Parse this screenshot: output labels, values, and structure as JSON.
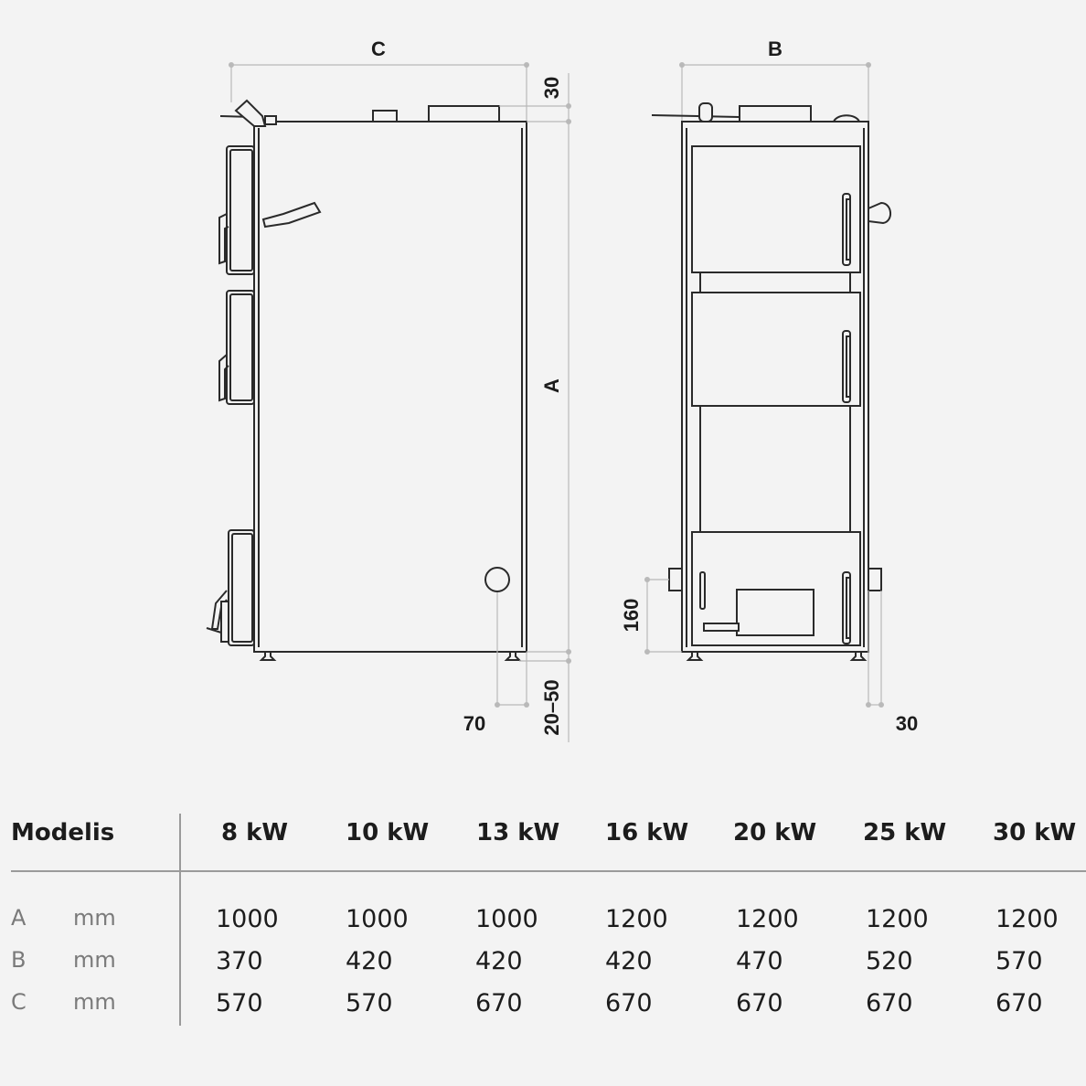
{
  "dimensions": {
    "c": "C",
    "b": "B",
    "a": "A",
    "top_clearance": "30",
    "feet_height": "20–50",
    "foot_offset": "70",
    "outlet_height": "160",
    "side_offset": "30"
  },
  "table": {
    "header_label": "Modelis",
    "models": [
      "8 kW",
      "10 kW",
      "13 kW",
      "16 kW",
      "20 kW",
      "25 kW",
      "30 kW"
    ],
    "rows": [
      {
        "label": "A",
        "unit": "mm",
        "values": [
          "1000",
          "1000",
          "1000",
          "1200",
          "1200",
          "1200",
          "1200"
        ]
      },
      {
        "label": "B",
        "unit": "mm",
        "values": [
          "370",
          "420",
          "420",
          "420",
          "470",
          "520",
          "570"
        ]
      },
      {
        "label": "C",
        "unit": "mm",
        "values": [
          "570",
          "570",
          "670",
          "670",
          "670",
          "670",
          "670"
        ]
      }
    ]
  }
}
